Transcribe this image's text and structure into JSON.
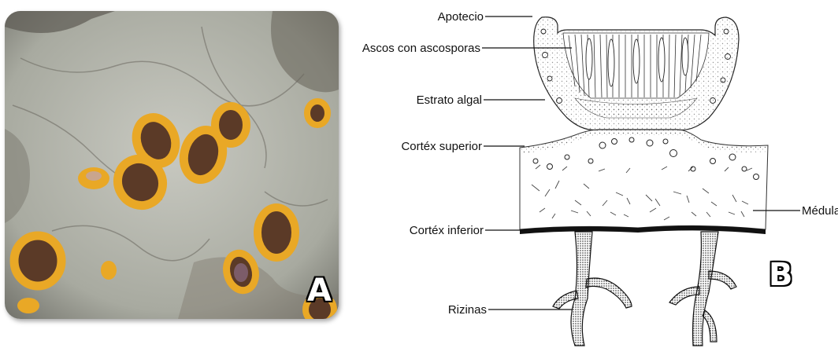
{
  "photo": {
    "letter": "A",
    "colors": {
      "thallus": "#b9bbb2",
      "apothecia_rim": "#e9a826",
      "apothecia_disc": "#5b3a27"
    }
  },
  "diagram": {
    "letter": "B",
    "labels": {
      "apotecio": "Apotecio",
      "ascos": "Ascos con ascosporas",
      "estrato_algal": "Estrato algal",
      "cortex_superior": "Cortéx superior",
      "cortex_inferior": "Cortéx inferior",
      "rizinas": "Rizinas",
      "medula": "Médula"
    }
  }
}
